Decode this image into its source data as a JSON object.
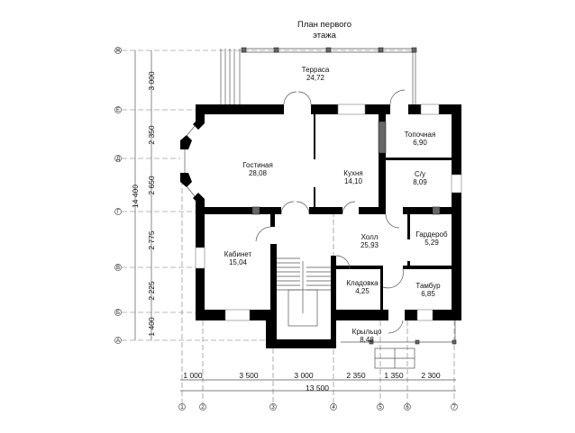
{
  "title": {
    "line1": "План первого",
    "line2": "этажа"
  },
  "rooms": [
    {
      "name": "Терраса",
      "area": "24,72"
    },
    {
      "name": "Гостиная",
      "area": "28,08"
    },
    {
      "name": "Кухня",
      "area": "14,10"
    },
    {
      "name": "Топочная",
      "area": "6,90"
    },
    {
      "name": "С/у",
      "area": "8,09"
    },
    {
      "name": "Холл",
      "area": "25,93"
    },
    {
      "name": "Гардероб",
      "area": "5,29"
    },
    {
      "name": "Кабинет",
      "area": "15,04"
    },
    {
      "name": "Кладовка",
      "area": "4,25"
    },
    {
      "name": "Тамбур",
      "area": "6,85"
    },
    {
      "name": "Крыльцо",
      "area": "8,48"
    }
  ],
  "axes_rows": [
    "Ж",
    "Е",
    "Д",
    "Г",
    "В",
    "Б",
    "А"
  ],
  "axes_cols": [
    "1",
    "2",
    "3",
    "4",
    "5",
    "6",
    "7"
  ],
  "dims_vertical": [
    "3 000",
    "2 350",
    "2 650",
    "2 775",
    "2 225",
    "1 400"
  ],
  "dim_vertical_total": "14 400",
  "dims_horizontal": [
    "1 000",
    "3 500",
    "3 000",
    "2 350",
    "1 350",
    "2 300"
  ],
  "dim_horizontal_total": "13 500"
}
